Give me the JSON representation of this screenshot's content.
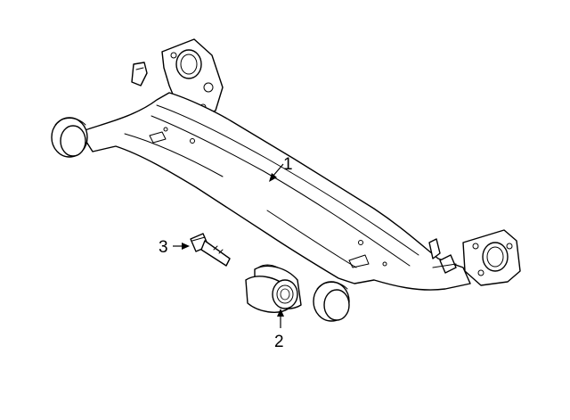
{
  "callouts": [
    {
      "number": "1"
    },
    {
      "number": "2"
    },
    {
      "number": "3"
    }
  ]
}
